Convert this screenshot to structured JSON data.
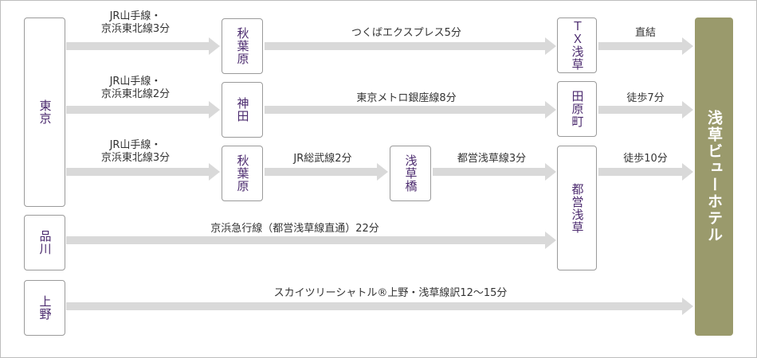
{
  "destination": "浅草ビューホテル",
  "origins": {
    "tokyo": "東京",
    "shinagawa": "品川",
    "ueno": "上野"
  },
  "stations": {
    "akihabara_1": "秋葉原",
    "kanda": "神田",
    "akihabara_2": "秋葉原",
    "tx_asakusa": "ＴＸ浅草",
    "tawaramachi": "田原町",
    "asakusabashi": "浅草橋",
    "toei_asakusa": "都営浅草"
  },
  "labels": {
    "jr_3min_a_line1": "JR山手線・",
    "jr_3min_a_line2": "京浜東北線3分",
    "jr_2min_line1": "JR山手線・",
    "jr_2min_line2": "京浜東北線2分",
    "jr_3min_b_line1": "JR山手線・",
    "jr_3min_b_line2": "京浜東北線3分",
    "tsukuba": "つくばエクスプレス5分",
    "ginza": "東京メトロ銀座線8分",
    "sobu": "JR総武線2分",
    "toei_asakusa_line": "都営浅草線3分",
    "direct": "直結",
    "walk7": "徒歩7分",
    "walk10": "徒歩10分",
    "keikyu": "京浜急行線（都営浅草線直通）22分",
    "shuttle": "スカイツリーシャトル®上野・浅草線訳12〜15分"
  },
  "colors": {
    "arrow": "#d9d9d9",
    "destination": "#9a9a6c",
    "station_text": "#4b2a6e"
  }
}
